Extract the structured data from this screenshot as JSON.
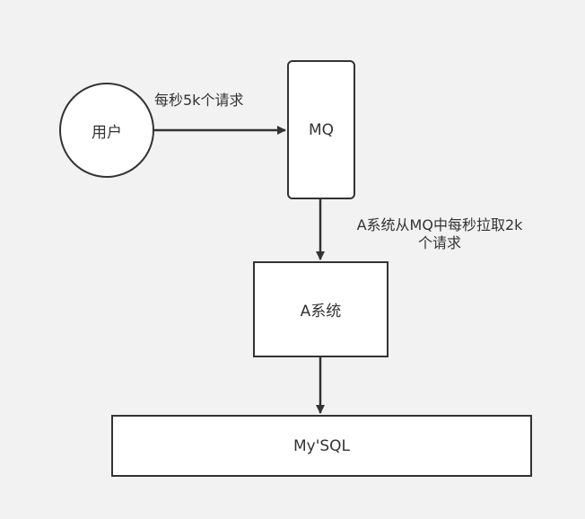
{
  "nodes": {
    "user": {
      "label": "用户"
    },
    "mq": {
      "label": "MQ"
    },
    "system_a": {
      "label": "A系统"
    },
    "mysql": {
      "label": "My'SQL"
    }
  },
  "edges": {
    "user_to_mq": {
      "label": "每秒5k个请求"
    },
    "mq_to_a": {
      "label_line1": "A系统从MQ中每秒拉取2k",
      "label_line2": "个请求"
    },
    "a_to_mysql": {
      "label": ""
    }
  },
  "colors": {
    "background": "#f2f2f2",
    "stroke": "#333333",
    "node_fill": "#ffffff"
  }
}
